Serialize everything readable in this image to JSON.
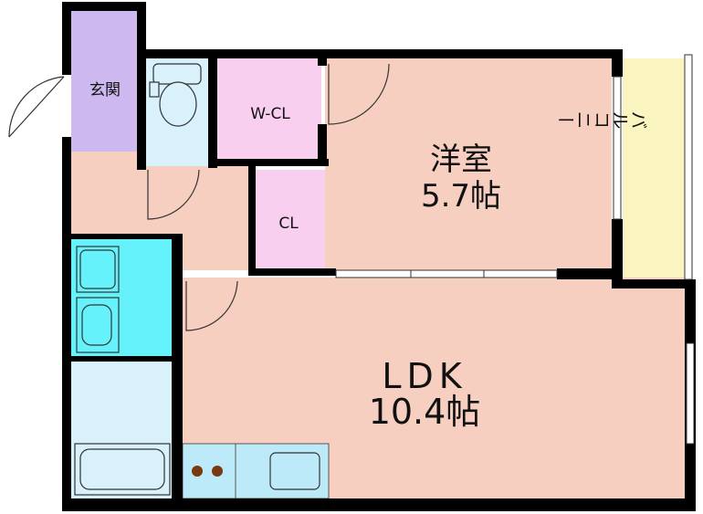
{
  "rooms": {
    "entrance": "玄関",
    "walk_in_closet": "W-CL",
    "closet": "CL",
    "western_room": "洋室",
    "western_room_size": "5.7帖",
    "balcony": "バルコニー",
    "ldk": "LDK",
    "ldk_size": "10.4帖"
  },
  "colors": {
    "entrance": "#CDB8F0",
    "closet": "#F9CFF0",
    "room": "#F7CFC0",
    "balcony": "#FAF5C0",
    "toilet": "#D8F1FB",
    "washroom": "#66F2FA",
    "bath": "#D8F1FB",
    "kitchen": "#BDEAF8",
    "wall": "#000000"
  }
}
